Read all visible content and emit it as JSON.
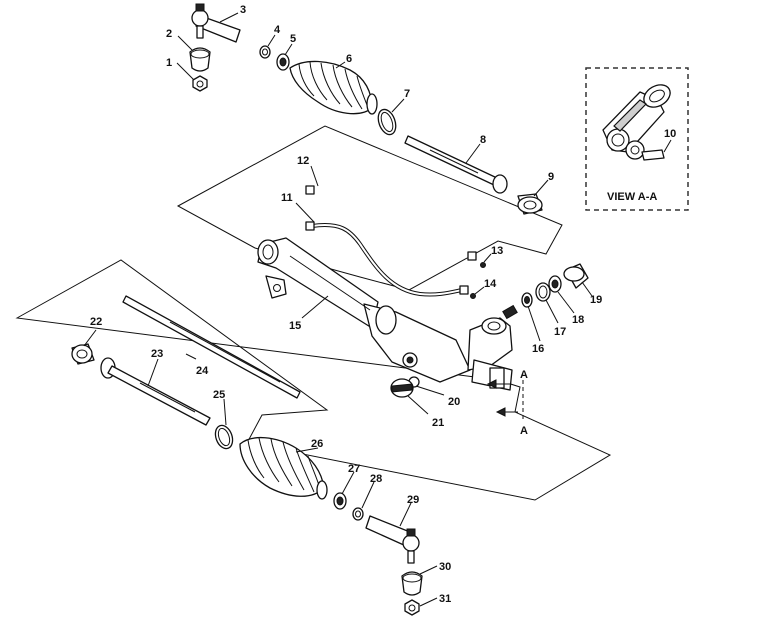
{
  "view_label": "VIEW A-A",
  "section_marker": "A",
  "callouts": [
    "1",
    "2",
    "3",
    "4",
    "5",
    "6",
    "7",
    "8",
    "9",
    "10",
    "11",
    "12",
    "13",
    "14",
    "15",
    "16",
    "17",
    "18",
    "19",
    "20",
    "21",
    "22",
    "23",
    "24",
    "25",
    "26",
    "27",
    "28",
    "29",
    "30",
    "31"
  ]
}
